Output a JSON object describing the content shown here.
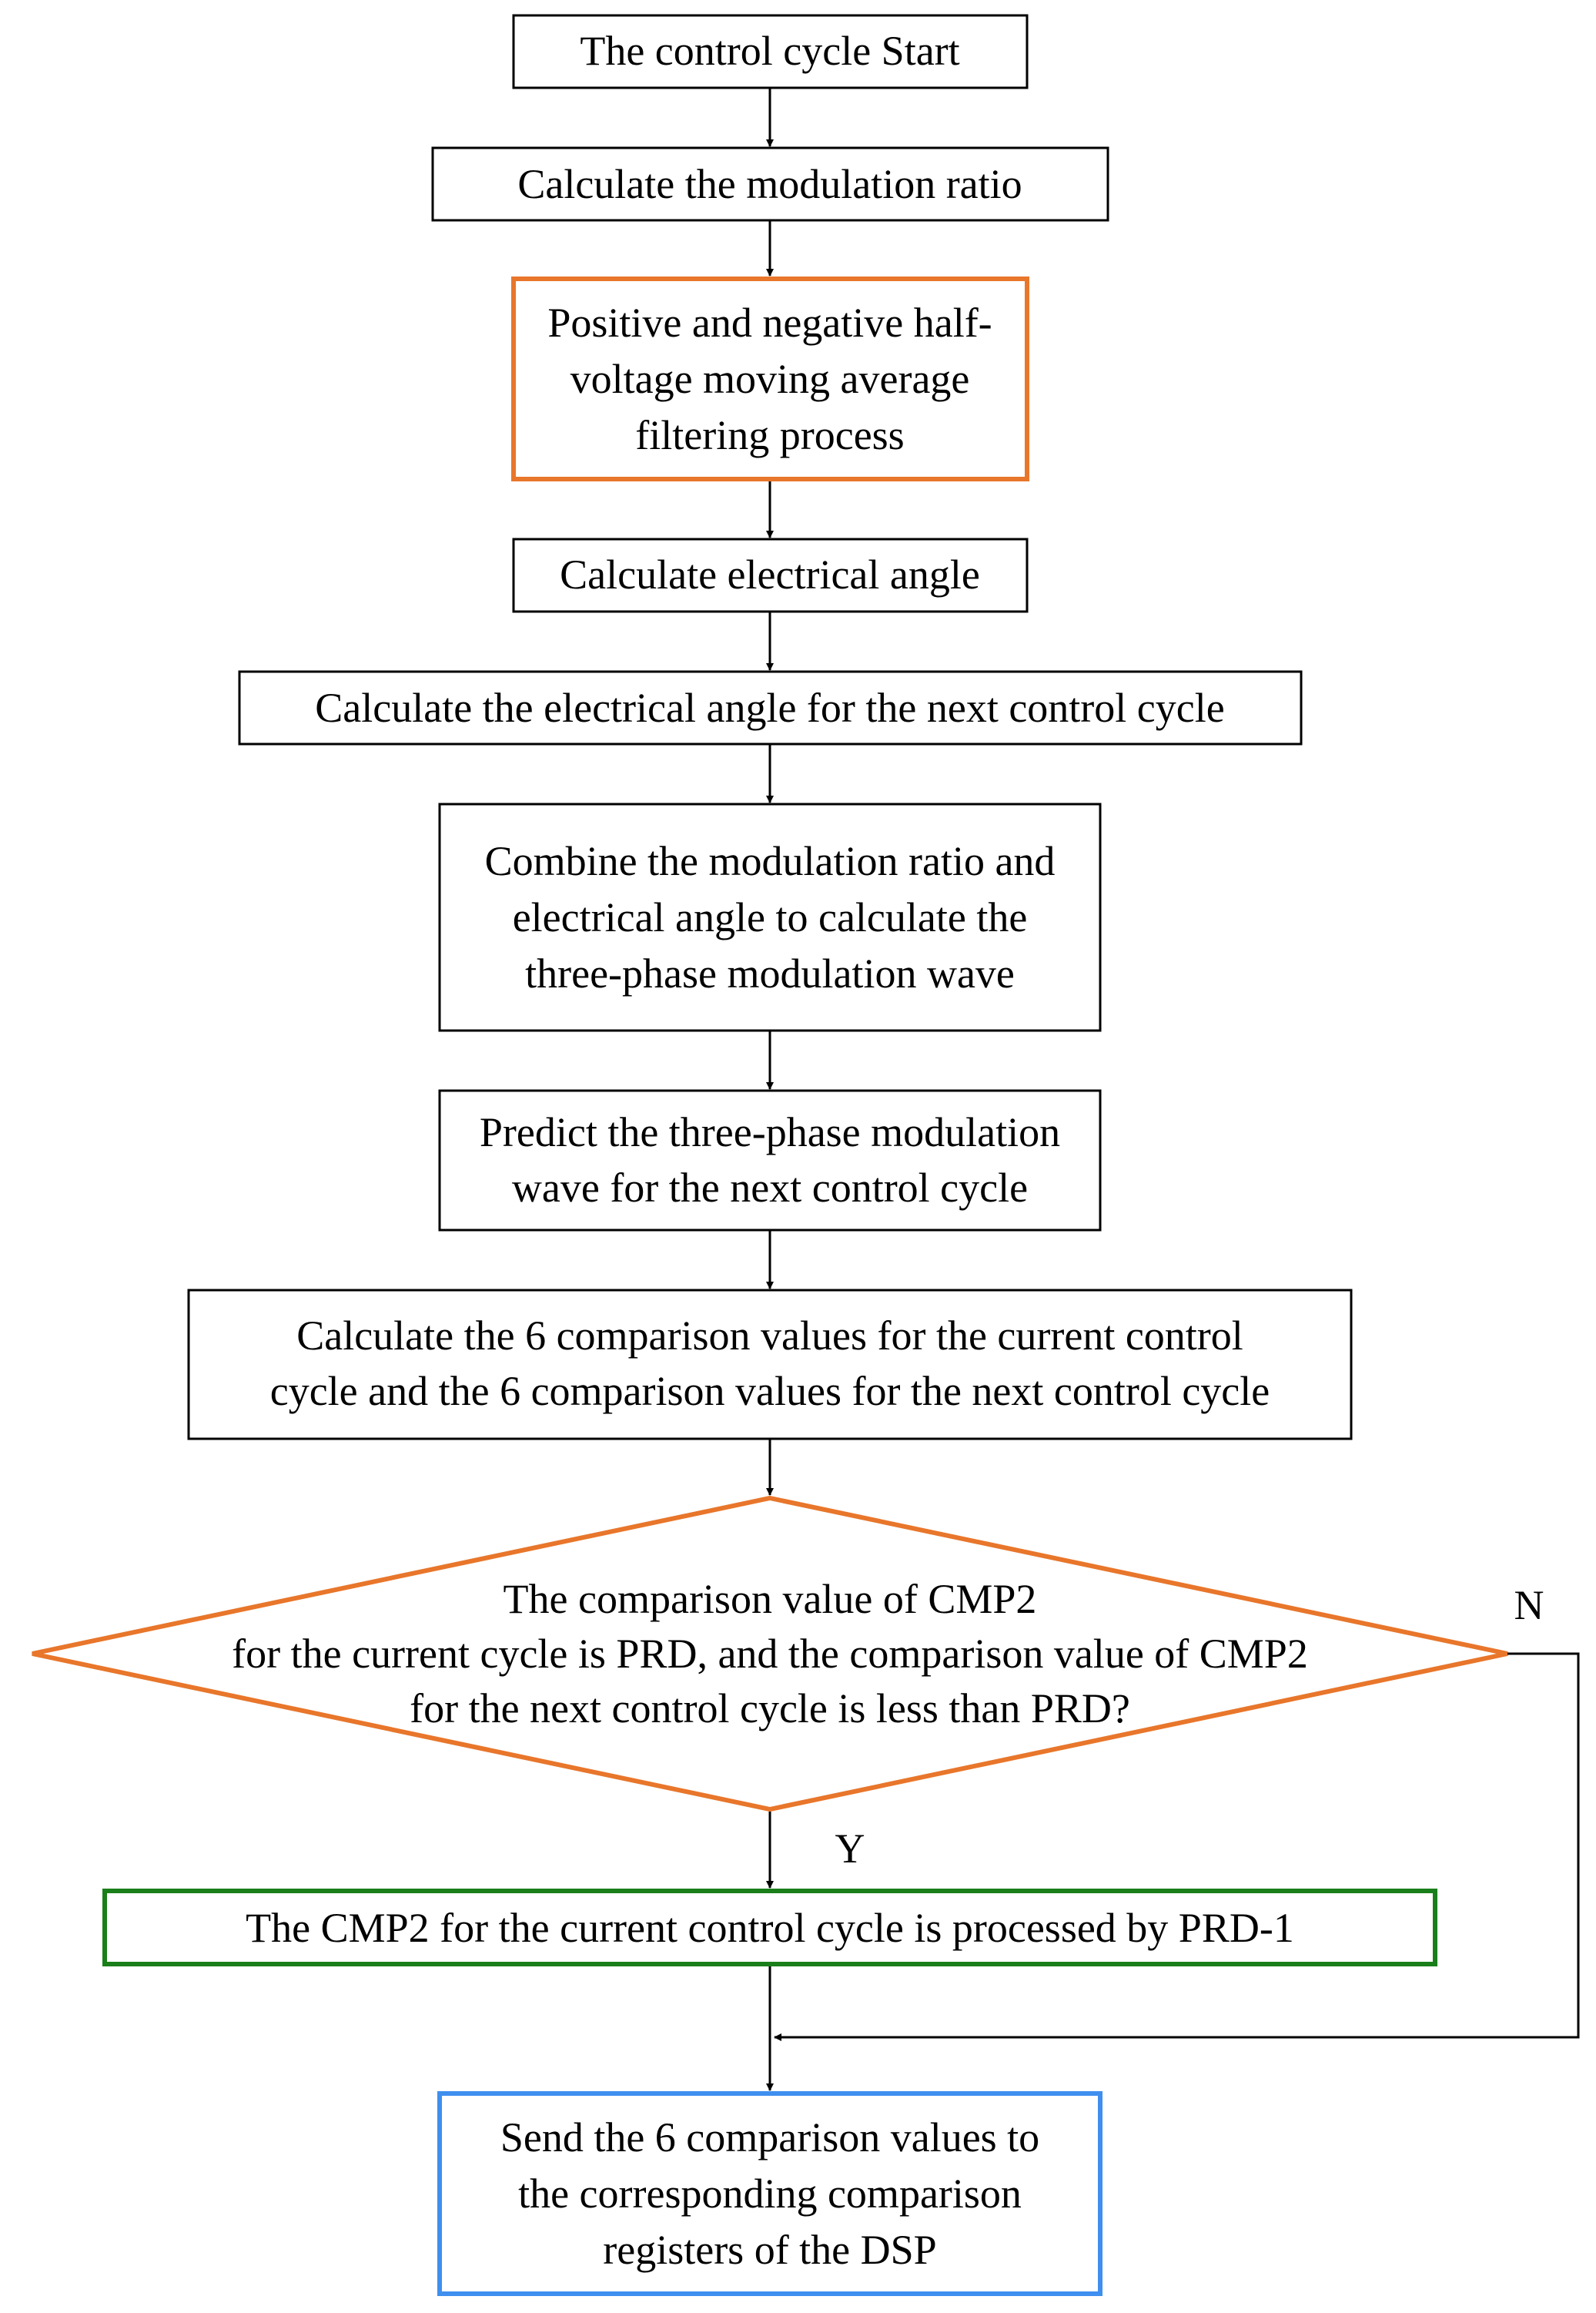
{
  "steps": {
    "start": "The control cycle Start",
    "modulation_ratio": "Calculate the modulation ratio",
    "filtering": {
      "lines": [
        "Positive and negative half-",
        "voltage moving average",
        "filtering process"
      ],
      "border_color": "#E8762B"
    },
    "electrical_angle": "Calculate electrical angle",
    "next_angle": "Calculate the electrical angle for the next control cycle",
    "combine": {
      "lines": [
        "Combine the modulation ratio and",
        "electrical angle to calculate the",
        "three-phase modulation wave"
      ]
    },
    "predict": {
      "lines": [
        "Predict the three-phase modulation",
        "wave for the next control cycle"
      ]
    },
    "comparison_values": {
      "lines": [
        "Calculate the 6 comparison values for the current control",
        "cycle and the 6 comparison values for the next control cycle"
      ]
    },
    "decision": {
      "lines": [
        "The comparison value of CMP2",
        "for the current cycle is PRD, and the comparison value of CMP2",
        "for the next control cycle is less than PRD?"
      ],
      "border_color": "#E8762B",
      "yes_label": "Y",
      "no_label": "N"
    },
    "process_cmp2": {
      "text": "The CMP2 for the current control cycle is processed by PRD-1",
      "border_color": "#1A7F1A"
    },
    "send": {
      "lines": [
        "Send the 6 comparison values to",
        "the corresponding comparison",
        "registers of the DSP"
      ],
      "border_color": "#3F8FEF"
    }
  }
}
